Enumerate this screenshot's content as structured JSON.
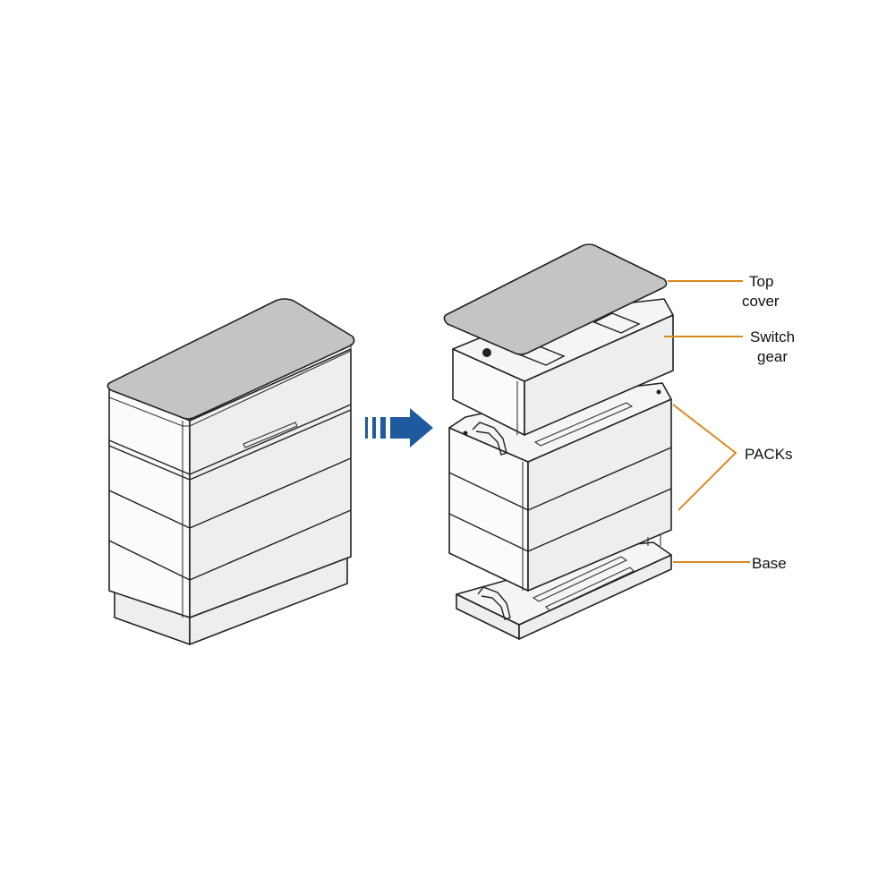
{
  "diagram": {
    "labels": [
      {
        "id": "top-cover",
        "lines": [
          "Top",
          "cover"
        ]
      },
      {
        "id": "switch-gear",
        "lines": [
          "Switch",
          "gear"
        ]
      },
      {
        "id": "packs",
        "lines": [
          "PACKs"
        ]
      },
      {
        "id": "base",
        "lines": [
          "Base"
        ]
      }
    ]
  },
  "colors": {
    "leader": "#d98a1f",
    "arrow": "#1f5a9e",
    "lid": "#c4c4c4",
    "line": "#222222"
  }
}
